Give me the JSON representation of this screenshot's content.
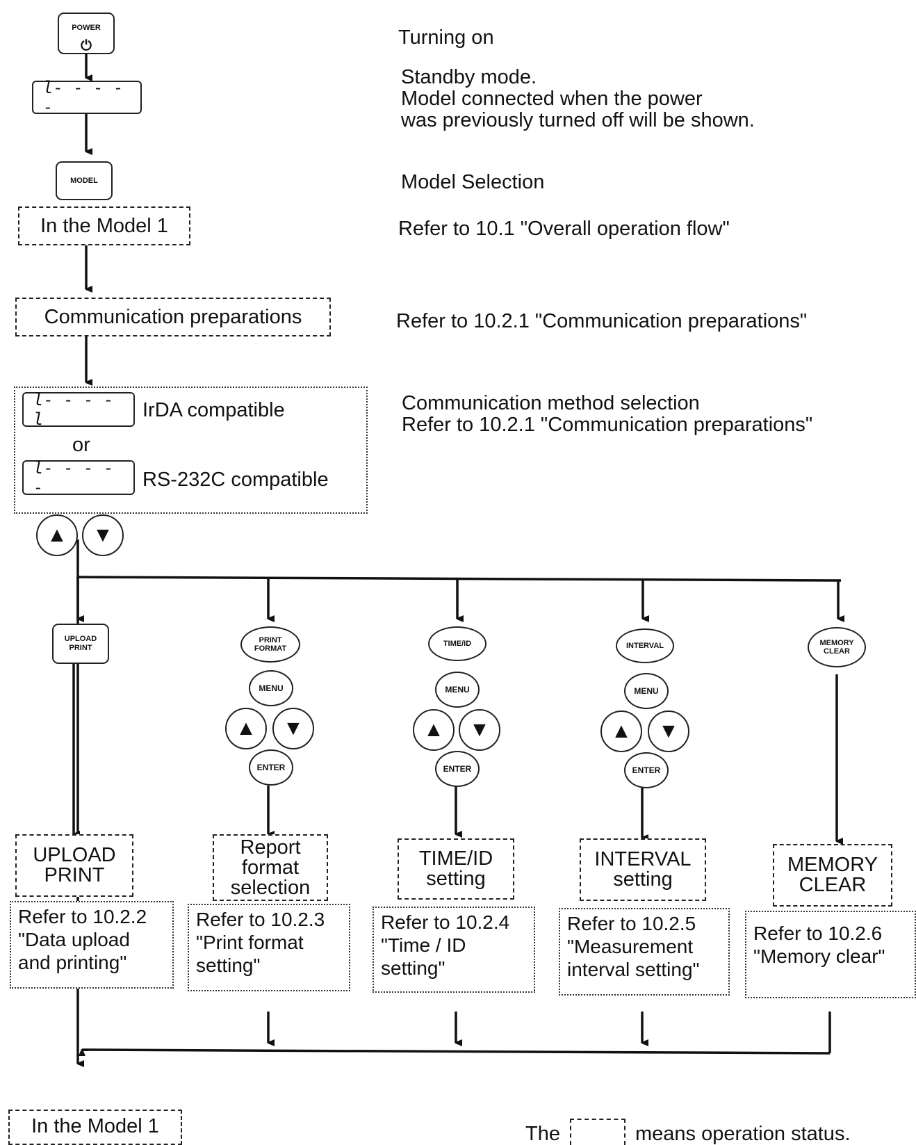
{
  "top": {
    "power_key": "POWER",
    "power_symbol": "⏻",
    "lcd_standby": "l- - - - -",
    "model_key": "MODEL",
    "box_model1": "In the Model 1",
    "box_comm": "Communication preparations"
  },
  "right_notes": {
    "turning_on": "Turning on",
    "standby": "Standby mode.\nModel connected when the power\nwas previously turned off will be shown.",
    "model_selection": "Model Selection",
    "refer_overall": "Refer to 10.1 \"Overall operation flow\"",
    "refer_comm": "Refer to 10.2.1 \"Communication preparations\"",
    "comm_method": "Communication method selection\nRefer to 10.2.1 \"Communication preparations\""
  },
  "comm_select": {
    "lcd_irda": "l- - - - l",
    "irda_label": "IrDA compatible",
    "or": "or",
    "lcd_rs": "l- - - - -",
    "rs_label": "RS-232C compatible"
  },
  "arrow_keys": {
    "up": "▲",
    "down": "▼"
  },
  "branches": [
    {
      "key": "UPLOAD\nPRINT",
      "box": "UPLOAD\nPRINT",
      "ref": "Refer to 10.2.2\n\"Data upload\n and printing\""
    },
    {
      "key": "PRINT\nFORMAT",
      "menu": "MENU",
      "enter": "ENTER",
      "box": "Report\nformat\nselection",
      "ref": "Refer to 10.2.3\n\"Print format\n setting\""
    },
    {
      "key": "TIME/ID",
      "menu": "MENU",
      "enter": "ENTER",
      "box": "TIME/ID\nsetting",
      "ref": "Refer to 10.2.4\n\"Time / ID\nsetting\""
    },
    {
      "key": "INTERVAL",
      "menu": "MENU",
      "enter": "ENTER",
      "box": "INTERVAL\nsetting",
      "ref": " Refer to 10.2.5\n\"Measurement\n interval setting\""
    },
    {
      "key": "MEMORY\nCLEAR",
      "box": "MEMORY\nCLEAR",
      "ref": "Refer to 10.2.6\n\"Memory clear\""
    }
  ],
  "bottom": {
    "box_model1": "In the Model 1",
    "legend_the": "The",
    "legend_rest": "means operation status."
  }
}
